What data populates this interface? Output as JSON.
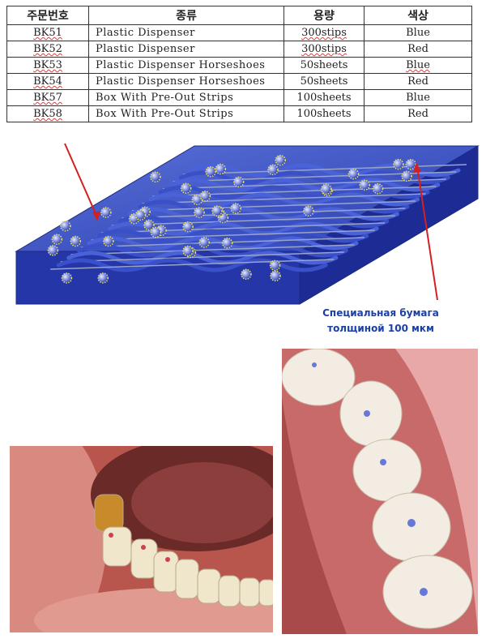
{
  "table": {
    "headers": [
      "주문번호",
      "종류",
      "용량",
      "색상"
    ],
    "rows": [
      {
        "code": "BK51",
        "type": "Plastic Dispenser",
        "capacity": "300stips",
        "color": "Blue"
      },
      {
        "code": "BK52",
        "type": "Plastic Dispenser",
        "capacity": "300stips",
        "color": "Red"
      },
      {
        "code": "BK53",
        "type": "Plastic Dispenser Horseshoes",
        "capacity": "50sheets",
        "color": "Blue"
      },
      {
        "code": "BK54",
        "type": "Plastic Dispenser Horseshoes",
        "capacity": "50sheets",
        "color": "Red"
      },
      {
        "code": "BK57",
        "type": "Box With Pre-Out Strips",
        "capacity": "100sheets",
        "color": "Blue"
      },
      {
        "code": "BK58",
        "type": "Box With Pre-Out Strips",
        "capacity": "100sheets",
        "color": "Red"
      }
    ]
  },
  "diagram": {
    "caption_line1": "Специальная бумага",
    "caption_line2": "толщиной 100 мкм",
    "accent_color": "#1b3fa8",
    "pointer_color": "#d42020"
  }
}
